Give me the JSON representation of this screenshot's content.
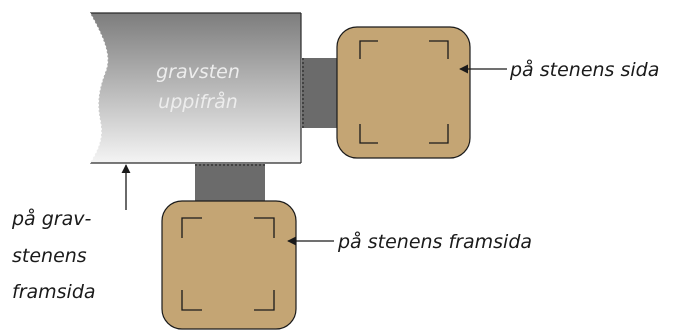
{
  "colors": {
    "plaque_fill": "#c4a574",
    "plaque_stroke": "#1a1a1a",
    "bracket_fill": "#6b6b6b",
    "stone_gradient_top": "#7d7d7d",
    "stone_gradient_bottom": "#f4f4f4",
    "stone_text": "#ededed",
    "label_text": "#1a1a1a"
  },
  "stone": {
    "line1": "gravsten",
    "line2": "uppifrån"
  },
  "labels": {
    "side": "på stenens sida",
    "front_plaque": "på stenens framsida",
    "front_edge_line1": "på grav-",
    "front_edge_line2": "stenens",
    "front_edge_line3": "framsida"
  }
}
